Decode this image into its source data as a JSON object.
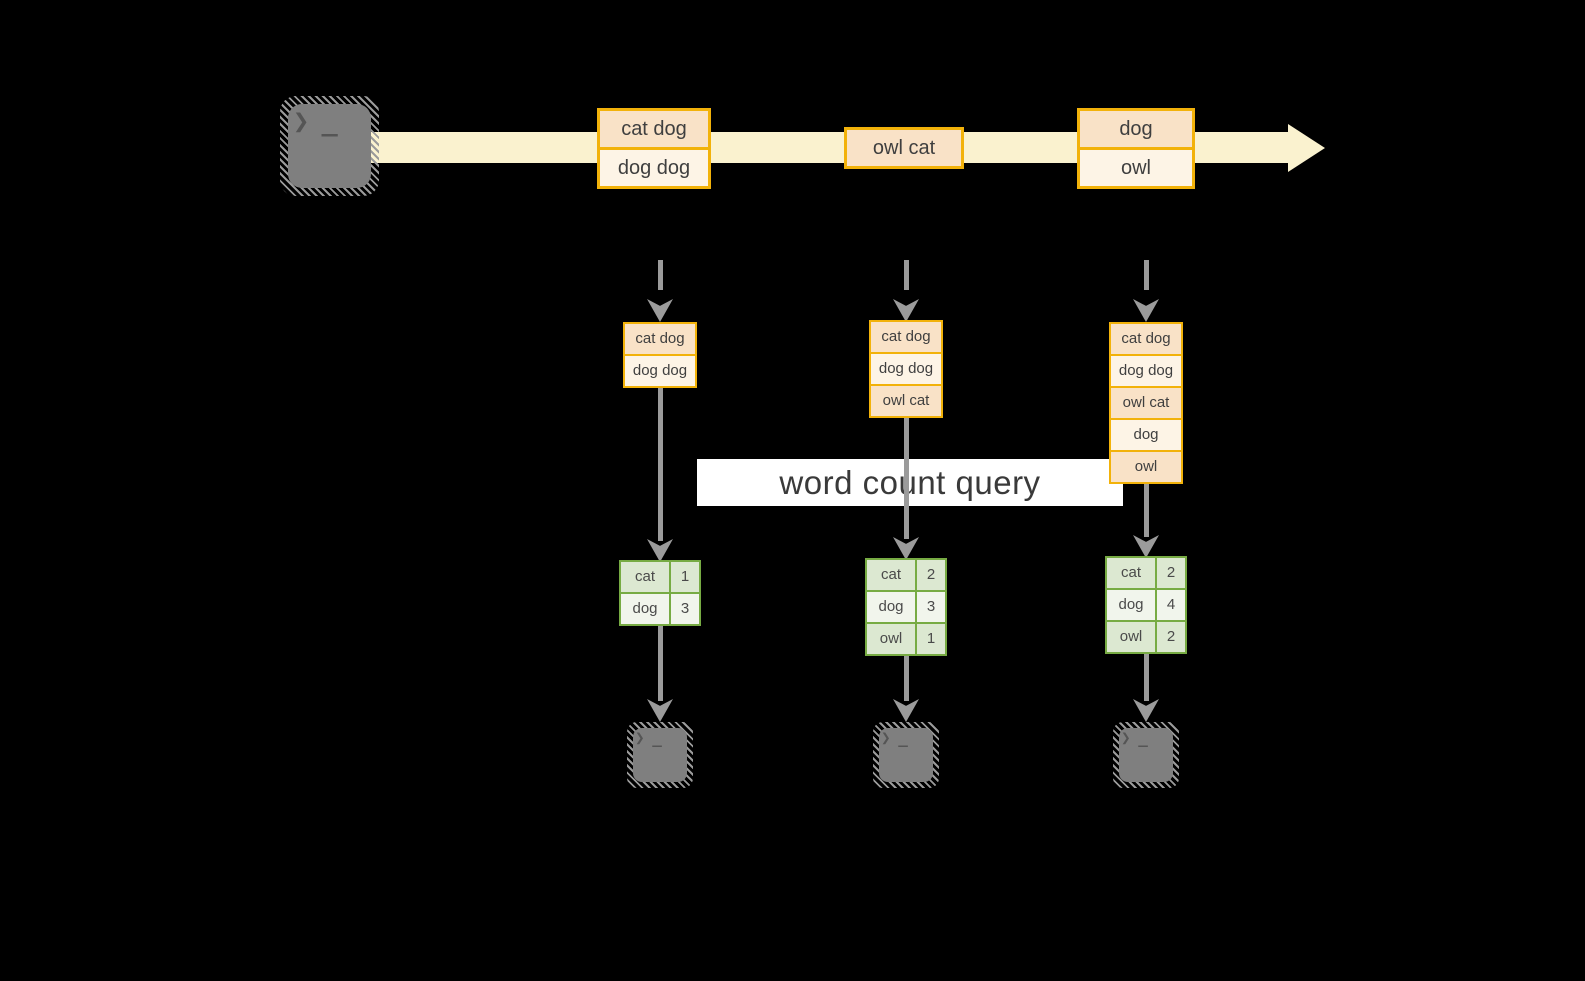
{
  "banner": {
    "label": "word count query"
  },
  "stream": {
    "producer_icon": "terminal-prompt",
    "prompt_glyph": "❯ _",
    "boxes": [
      {
        "rows": [
          "cat dog",
          "dog dog"
        ]
      },
      {
        "rows": [
          "owl cat"
        ]
      },
      {
        "rows": [
          "dog",
          "owl"
        ]
      }
    ]
  },
  "columns": [
    {
      "stack": [
        "cat dog",
        "dog dog"
      ],
      "table": [
        {
          "word": "cat",
          "count": "1"
        },
        {
          "word": "dog",
          "count": "3"
        }
      ]
    },
    {
      "stack": [
        "cat dog",
        "dog dog",
        "owl cat"
      ],
      "table": [
        {
          "word": "cat",
          "count": "2"
        },
        {
          "word": "dog",
          "count": "3"
        },
        {
          "word": "owl",
          "count": "1"
        }
      ]
    },
    {
      "stack": [
        "cat dog",
        "dog dog",
        "owl cat",
        "dog",
        "owl"
      ],
      "table": [
        {
          "word": "cat",
          "count": "2"
        },
        {
          "word": "dog",
          "count": "4"
        },
        {
          "word": "owl",
          "count": "2"
        }
      ]
    }
  ],
  "colors": {
    "background": "#000000",
    "band": "#faf2cf",
    "orange_border": "#f2b20a",
    "peach_fill": "#f9e2c7",
    "cream_fill": "#fdf4e6",
    "green_border": "#77ab43",
    "green_fill": "#dce8d1",
    "green_pale_fill": "#f1f5ec",
    "arrow_gray": "#9b9b9b",
    "terminal_gray": "#7f7f7f",
    "banner_bg": "#ffffff",
    "text": "#3f3f3f"
  }
}
